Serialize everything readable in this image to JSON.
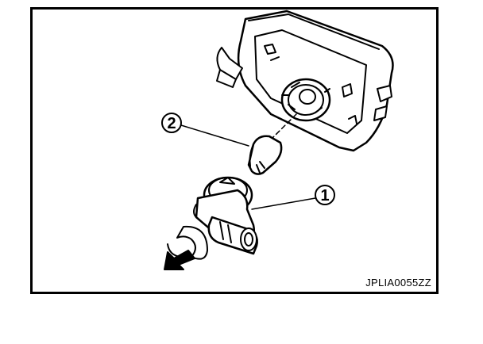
{
  "figure": {
    "figure_id": "JPLIA0055ZZ",
    "callouts": [
      {
        "number": "1",
        "part": "bulb-socket"
      },
      {
        "number": "2",
        "part": "bulb"
      }
    ],
    "colors": {
      "line": "#000000",
      "background": "#ffffff"
    },
    "icons": [
      "rotation-arrow-icon"
    ]
  }
}
